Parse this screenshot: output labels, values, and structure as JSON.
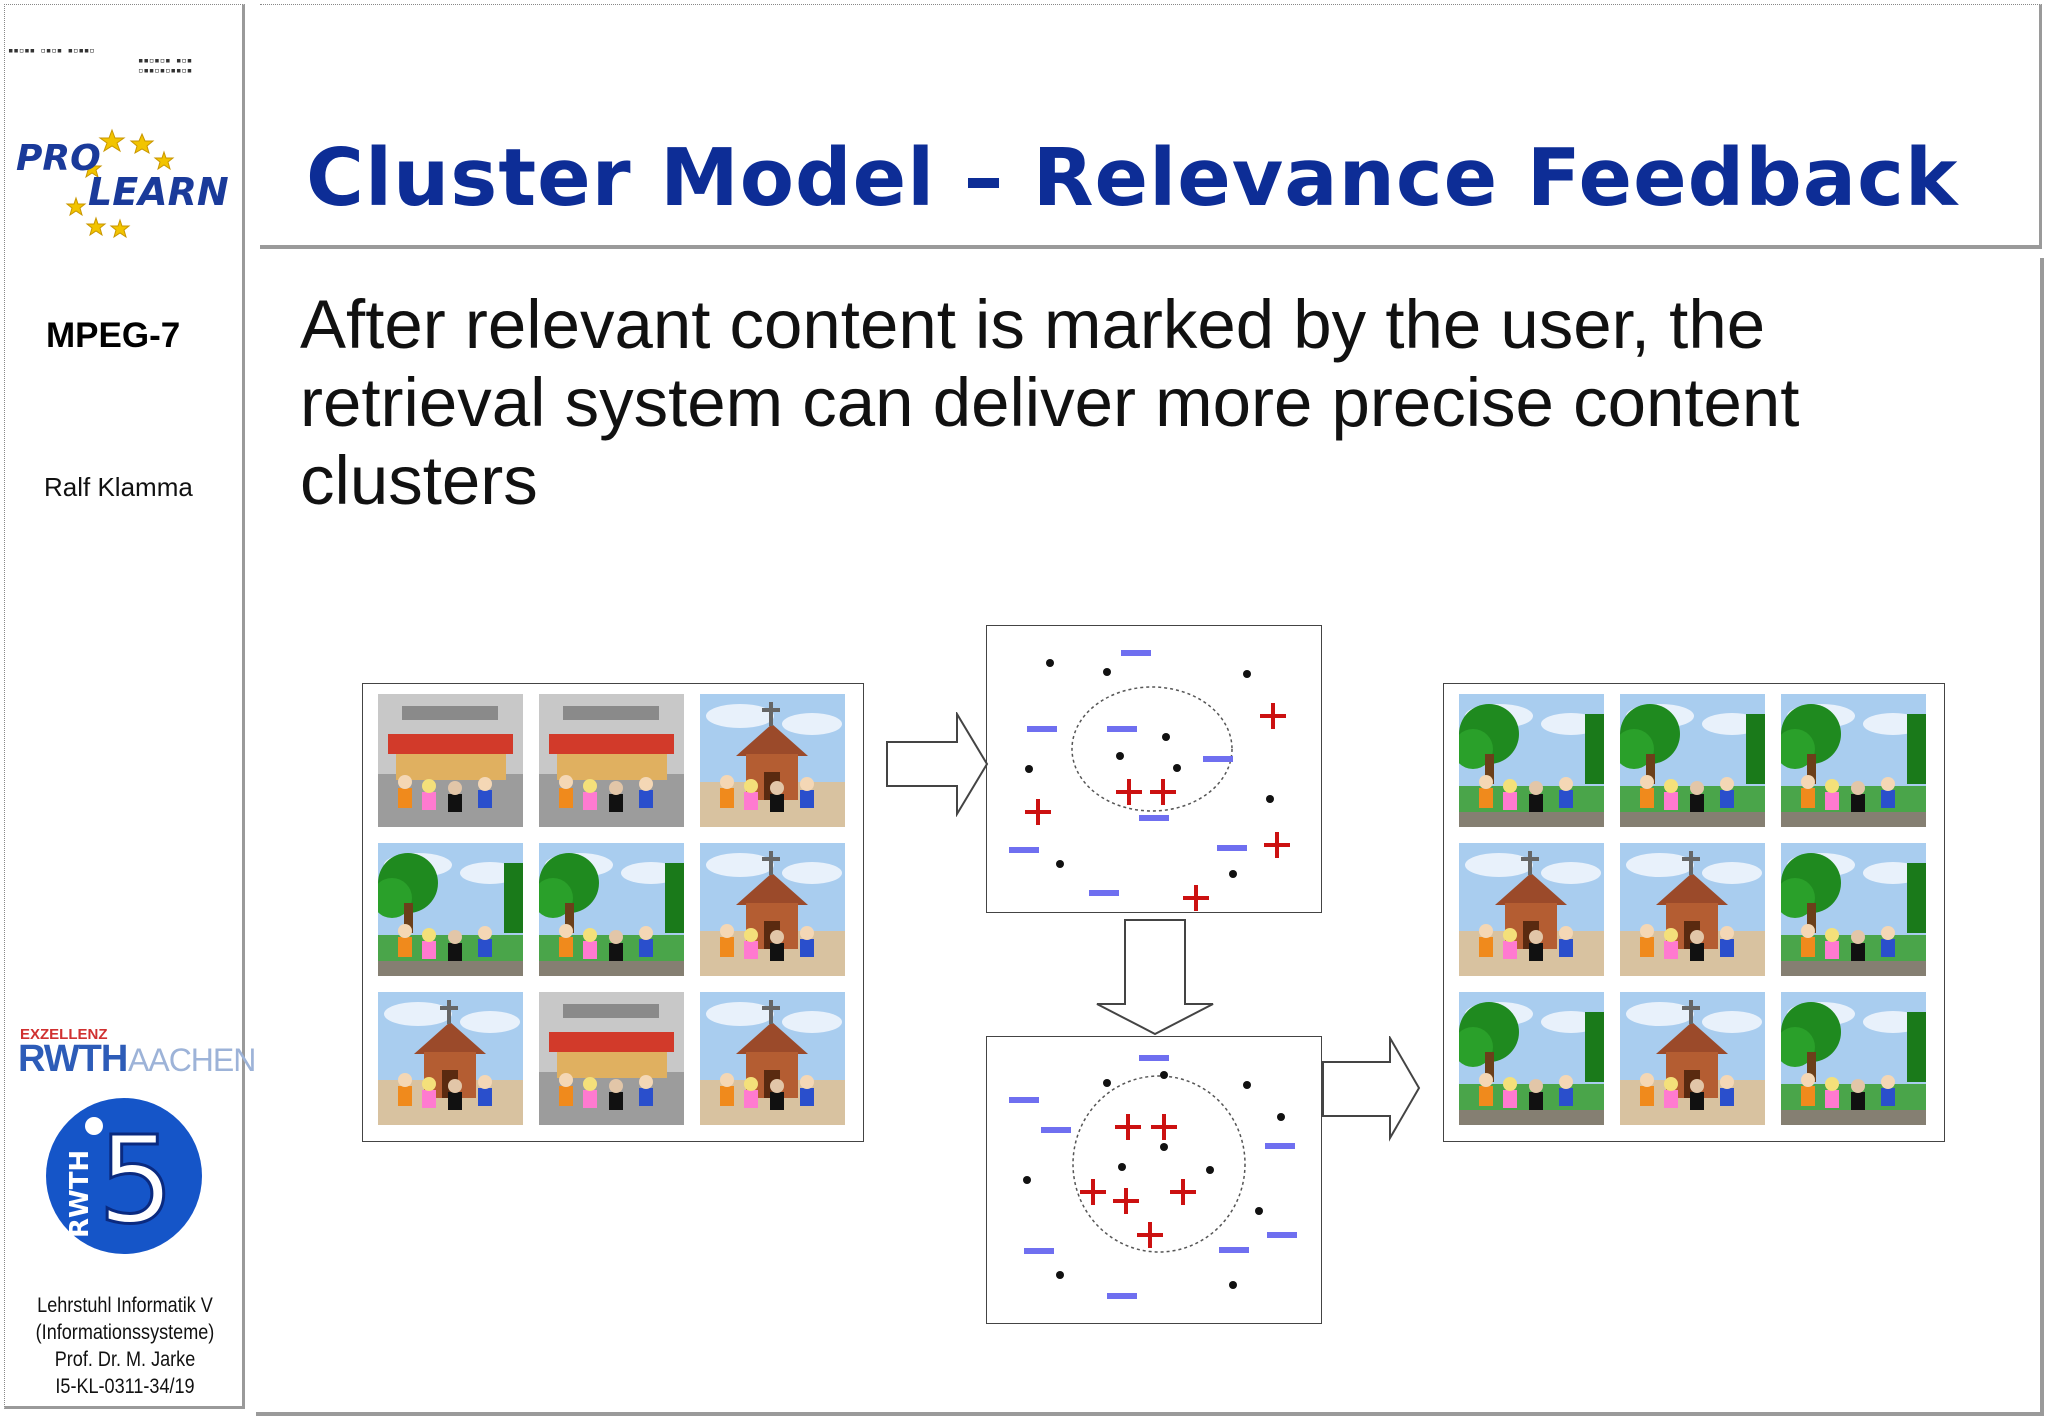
{
  "slide": {
    "title": "Cluster Model – Relevance Feedback",
    "body": "After relevant content is marked by the user, the retrieval system can deliver more precise content clusters"
  },
  "sidebar": {
    "logo_pro": "PRO",
    "logo_learn": "LEARN",
    "topic": "MPEG-7",
    "author": "Ralf Klamma",
    "rwth_exzellenz": "EXZELLENZ",
    "rwth_word": "RWTH",
    "rwth_aachen": "AACHEN",
    "i5_label": "RWTH",
    "i5_number": "5",
    "footer": {
      "line1": "Lehrstuhl Informatik V",
      "line2": "(Informationssysteme)",
      "line3": "Prof. Dr. M. Jarke",
      "line4": "I5-KL-0311-34/19"
    }
  },
  "diagram": {
    "left_grid": [
      "market",
      "market",
      "church",
      "park",
      "park",
      "church",
      "church",
      "market",
      "church"
    ],
    "right_grid": [
      "park",
      "park",
      "park",
      "church",
      "church",
      "park",
      "park",
      "church",
      "park"
    ],
    "marks": {
      "plus": "+",
      "minus": "−"
    }
  },
  "colors": {
    "title": "#0d2d96",
    "plus": "#cc1111",
    "minus": "#6f6ff0",
    "dot": "#111111"
  }
}
